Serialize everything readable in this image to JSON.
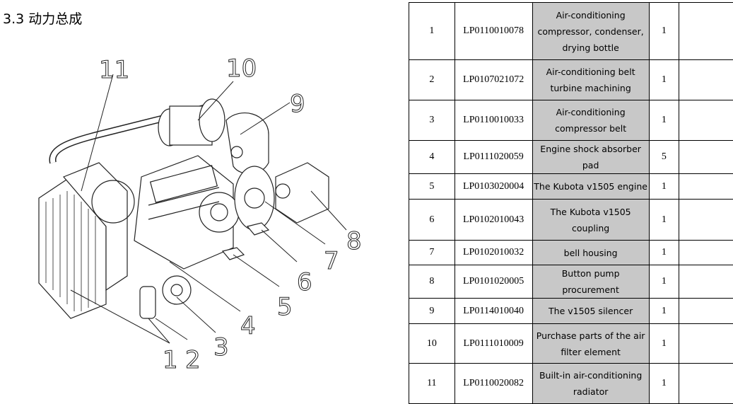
{
  "heading": "3.3 动力总成",
  "diagram": {
    "callouts": [
      "1",
      "2",
      "3",
      "4",
      "5",
      "6",
      "7",
      "8",
      "9",
      "10",
      "11"
    ]
  },
  "table": {
    "rows": [
      {
        "no": "1",
        "code": "LP0110010078",
        "desc": "Air-conditioning compressor, condenser, drying bottle",
        "qty": "1"
      },
      {
        "no": "2",
        "code": "LP0107021072",
        "desc": "Air-conditioning belt turbine machining",
        "qty": "1"
      },
      {
        "no": "3",
        "code": "LP0110010033",
        "desc": "Air-conditioning compressor belt",
        "qty": "1"
      },
      {
        "no": "4",
        "code": "LP0111020059",
        "desc": "Engine shock absorber pad",
        "qty": "5"
      },
      {
        "no": "5",
        "code": "LP0103020004",
        "desc": "The Kubota v1505 engine",
        "qty": "1"
      },
      {
        "no": "6",
        "code": "LP0102010043",
        "desc": "The Kubota v1505 coupling",
        "qty": "1"
      },
      {
        "no": "7",
        "code": "LP0102010032",
        "desc": "bell housing",
        "qty": "1"
      },
      {
        "no": "8",
        "code": "LP0101020005",
        "desc": "Button pump procurement",
        "qty": "1"
      },
      {
        "no": "9",
        "code": "LP0114010040",
        "desc": "The v1505 silencer",
        "qty": "1"
      },
      {
        "no": "10",
        "code": "LP0111010009",
        "desc": "Purchase parts of the air filter element",
        "qty": "1"
      },
      {
        "no": "11",
        "code": "LP0110020082",
        "desc": "Built-in air-conditioning radiator",
        "qty": "1"
      }
    ]
  }
}
